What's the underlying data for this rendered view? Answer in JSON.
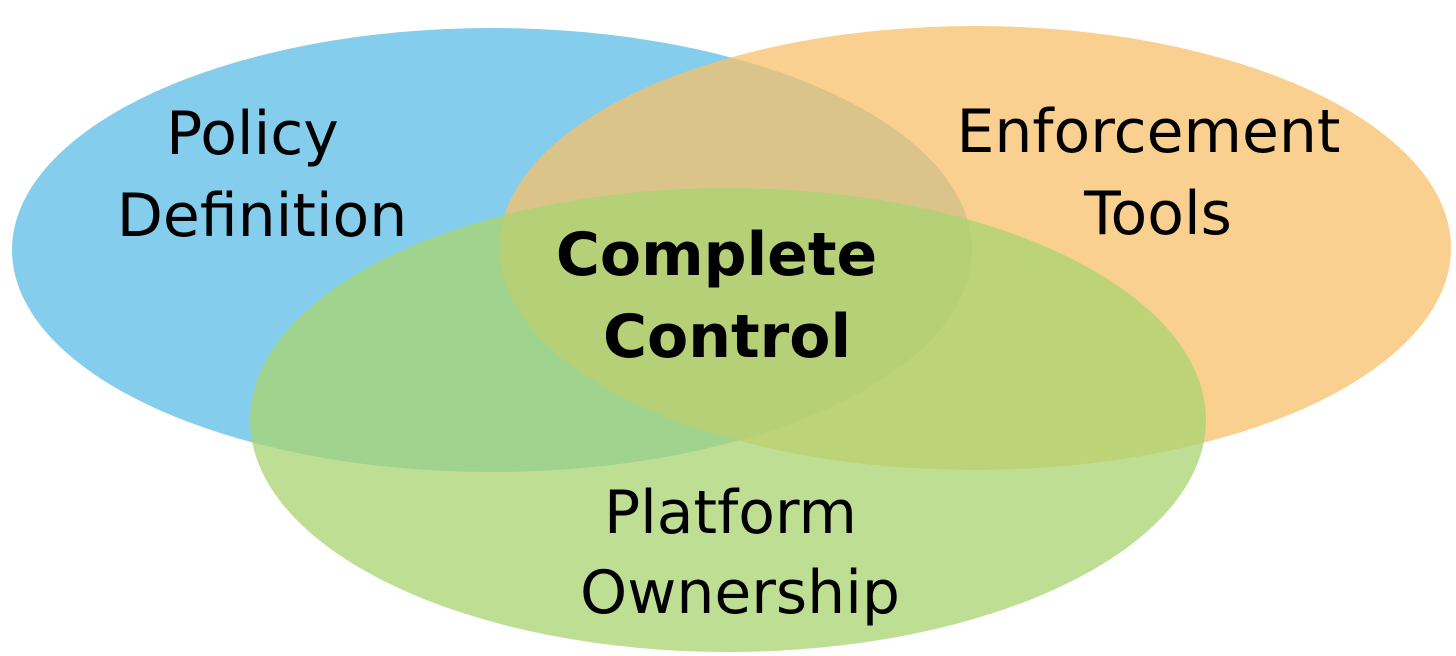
{
  "diagram": {
    "sets": [
      {
        "id": "policy",
        "line1": "Policy",
        "line2": "Definition",
        "color": "#5bbce6"
      },
      {
        "id": "enforcement",
        "line1": "Enforcement",
        "line2": "Tools",
        "color": "#f7c06a"
      },
      {
        "id": "platform",
        "line1": "Platform",
        "line2": "Ownership",
        "color": "#a8d46f"
      }
    ],
    "center": {
      "line1": "Complete",
      "line2": "Control"
    },
    "fill_opacity": 0.75
  }
}
